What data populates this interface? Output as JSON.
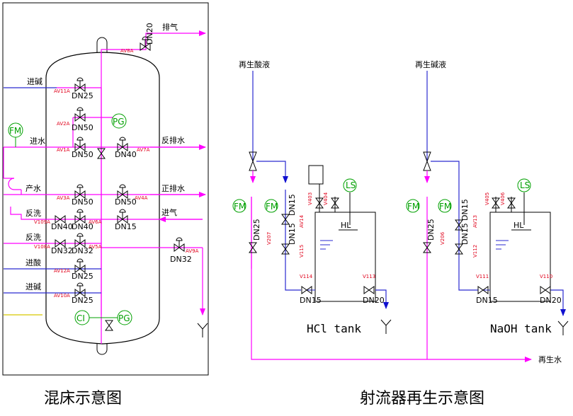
{
  "left": {
    "caption": "混床示意图",
    "pipe_labels": {
      "exhaust": "排气",
      "alkali_in_top": "进碱",
      "water_in": "进水",
      "backwash_drain": "反排水",
      "product_water": "产水",
      "forward_drain": "正排水",
      "backwash_1": "反洗",
      "air_in": "进气",
      "backwash_2": "反洗",
      "acid_in": "进酸",
      "alkali_in_bottom": "进碱"
    },
    "valve_tags": {
      "av8a": "AV8A",
      "av11a": "AV11A",
      "av2a": "AV2A",
      "av1a": "AV1A",
      "av7a": "AV7A",
      "av3a": "AV3A",
      "av4a": "AV4A",
      "v109a": "V109A",
      "av6a": "AV6A",
      "v108a": "V108A",
      "av5a": "AV5A",
      "av12a": "AV12A",
      "av10a": "AV10A",
      "av9a": "AV9A"
    },
    "sizes": {
      "s_dn20": "DN20",
      "s_dn25a": "DN25",
      "s_dn50a": "DN50",
      "s_dn50b": "DN50",
      "s_dn40a": "DN40",
      "s_dn50c": "DN50",
      "s_dn50d": "DN50",
      "s_dn15": "DN15",
      "s_dn40b": "DN40",
      "s_dn40c": "DN40",
      "s_dn32a": "DN32",
      "s_dn32b": "DN32",
      "s_dn25b": "DN25",
      "s_dn25c": "DN25",
      "s_dn32c": "DN32"
    },
    "instruments": {
      "fm": "FM",
      "pg_top": "PG",
      "pg_bottom": "PG",
      "ci": "CI"
    }
  },
  "right": {
    "caption": "射流器再生示意图",
    "acid_label": "再生酸液",
    "alkali_label": "再生碱液",
    "water_label": "再生水",
    "hcl": {
      "name": "HCl tank",
      "tags": {
        "v207": "V207",
        "av14": "AV14",
        "v115": "V115",
        "v403": "V403",
        "v404": "V404",
        "v114": "V114",
        "v113": "V113"
      },
      "sizes": {
        "dn25": "DN25",
        "dn15a": "DN15",
        "dn15b": "DN15",
        "dn15c": "DN15",
        "dn20": "DN20"
      },
      "instruments": {
        "fm1": "FM",
        "fm2": "FM",
        "ls": "LS",
        "hl": "HL"
      }
    },
    "naoh": {
      "name": "NaOH tank",
      "tags": {
        "v206": "V206",
        "av13": "AV13",
        "v112": "V112",
        "v405": "V405",
        "v406": "V406",
        "v111": "V111",
        "v110": "V110"
      },
      "sizes": {
        "dn25": "DN25",
        "dn15a": "DN15",
        "dn15b": "DN15",
        "dn15c": "DN15",
        "dn20": "DN20"
      },
      "instruments": {
        "fm1": "FM",
        "fm2": "FM",
        "ls": "LS",
        "hl": "HL"
      }
    }
  },
  "colors": {
    "pipe": "#ff00ff",
    "blue": "#2a2ad0",
    "red": "#e0001a",
    "green": "#00a000",
    "yellow": "#d8c800"
  }
}
